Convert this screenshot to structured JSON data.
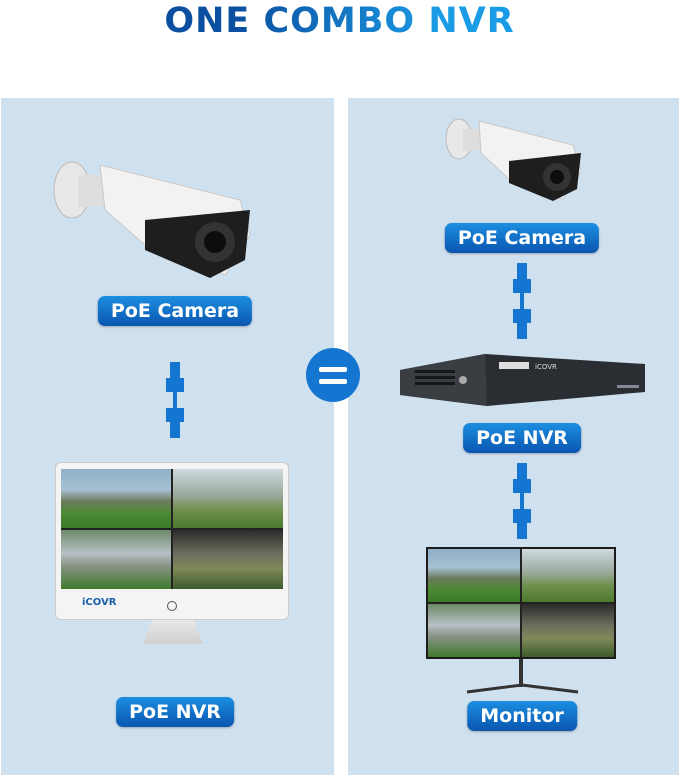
{
  "title": "ONE COMBO NVR",
  "left": {
    "camera_label": "PoE Camera",
    "nvr_label": "PoE NVR",
    "brand_logo": "iCOVR"
  },
  "equals": "=",
  "right": {
    "camera_label": "PoE Camera",
    "nvr_label": "PoE NVR",
    "monitor_label": "Monitor",
    "brand_logo": "iCOVR"
  },
  "colors": {
    "accent": "#1576d1",
    "panel": "#cfe0ef",
    "title_start": "#0b4fa0",
    "title_end": "#1a9be6"
  }
}
